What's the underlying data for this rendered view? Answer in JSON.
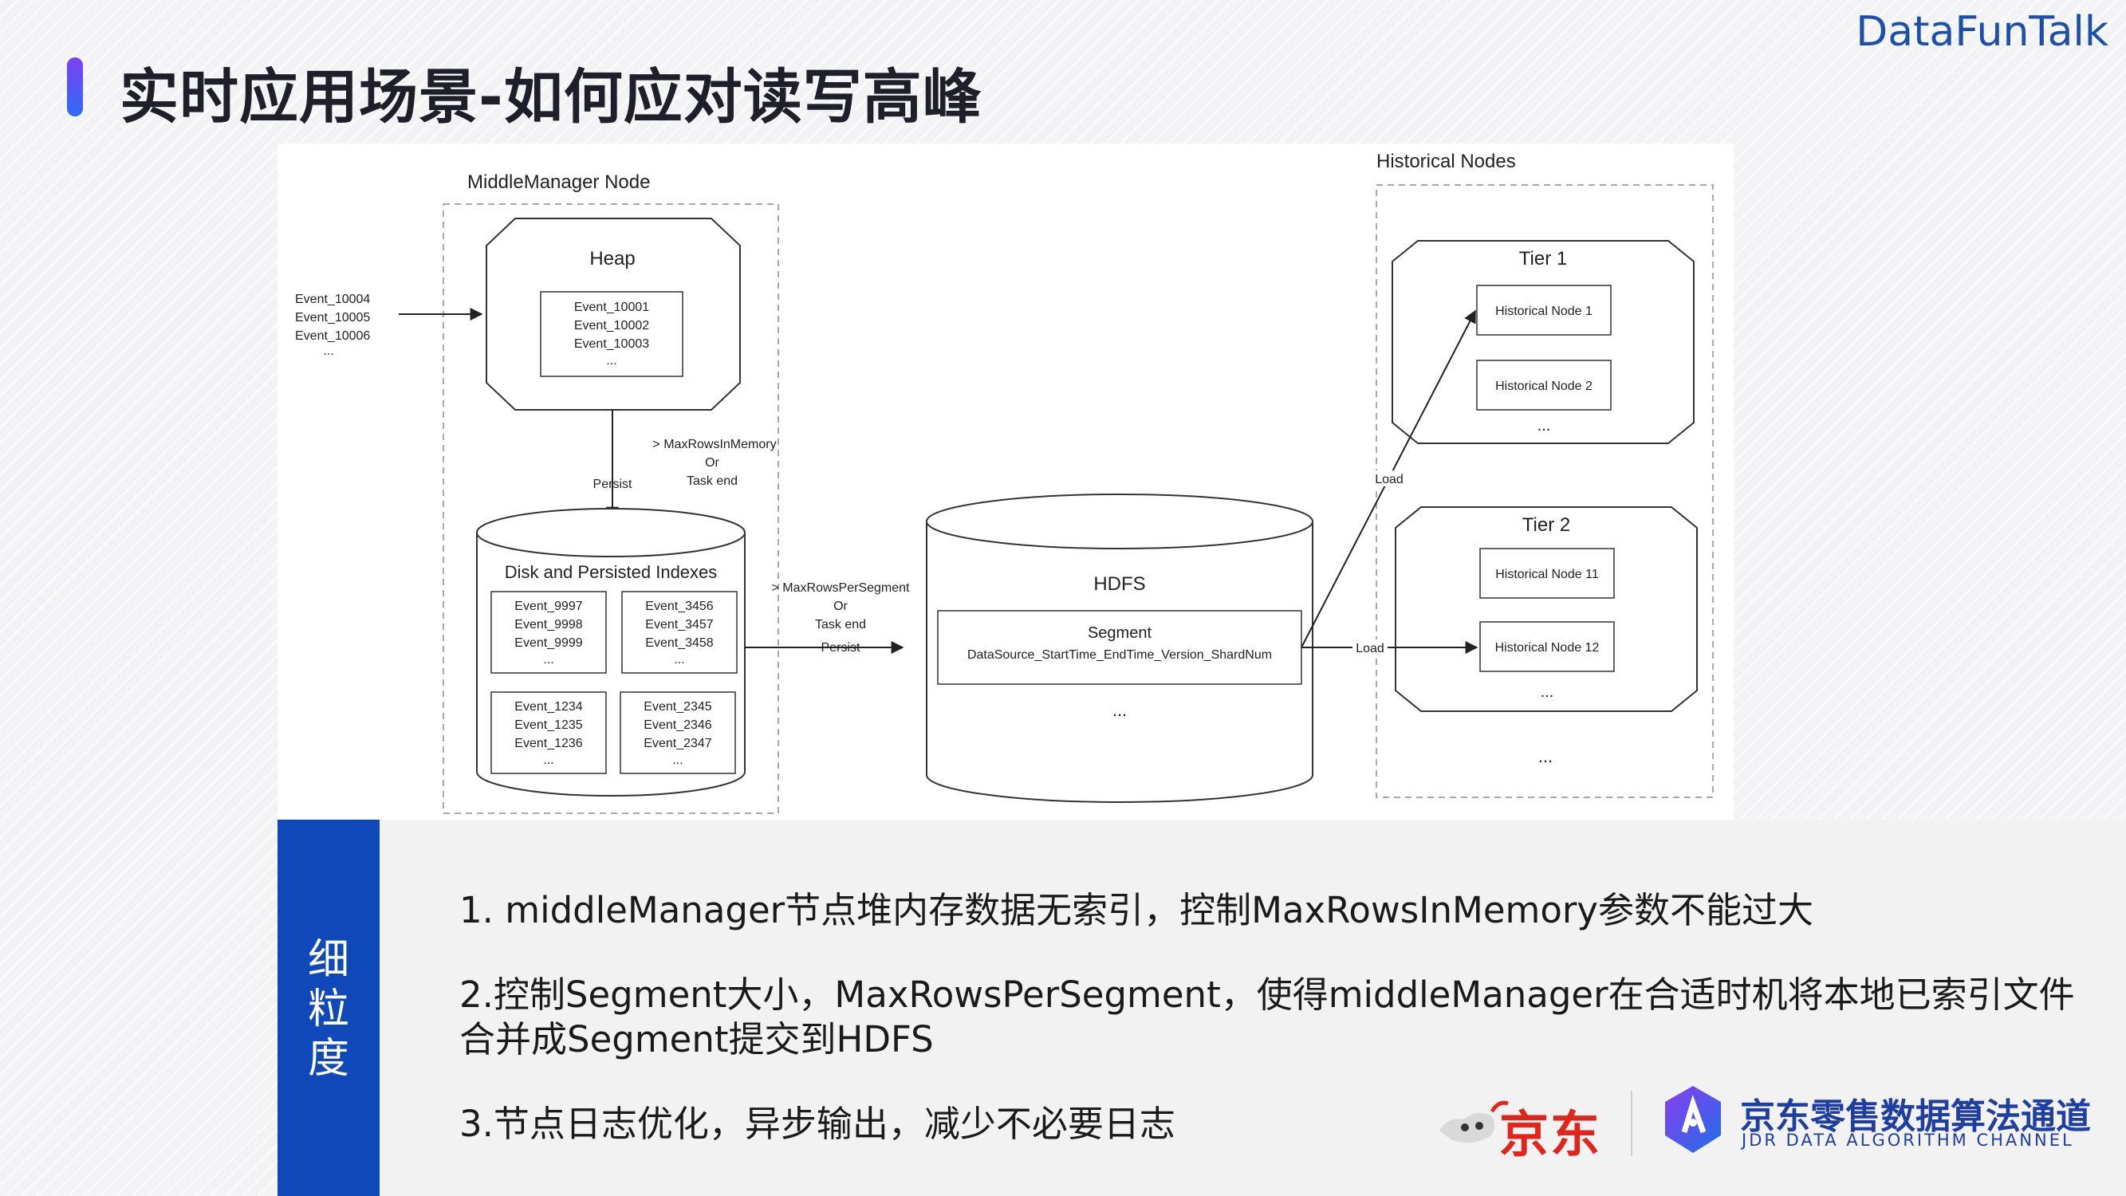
{
  "slide": {
    "title": "实时应用场景-如何应对读写高峰",
    "brand": "DataFunTalk",
    "accent_colors": [
      "#7b3ff2",
      "#2d6df6"
    ]
  },
  "diagram": {
    "middlemanager_label": "MiddleManager Node",
    "historical_label": "Historical Nodes",
    "incoming_events": [
      "Event_10004",
      "Event_10005",
      "Event_10006",
      "..."
    ],
    "heap": {
      "title": "Heap",
      "events": [
        "Event_10001",
        "Event_10002",
        "Event_10003",
        "..."
      ]
    },
    "persist_condition": [
      "> MaxRowsInMemory",
      "Or",
      "Task end"
    ],
    "persist_label": "Persist",
    "disk": {
      "title": "Disk and Persisted Indexes",
      "boxes": [
        [
          "Event_9997",
          "Event_9998",
          "Event_9999",
          "..."
        ],
        [
          "Event_3456",
          "Event_3457",
          "Event_3458",
          "..."
        ],
        [
          "Event_1234",
          "Event_1235",
          "Event_1236",
          "..."
        ],
        [
          "Event_2345",
          "Event_2346",
          "Event_2347",
          "..."
        ]
      ]
    },
    "segment_condition": [
      "> MaxRowsPerSegment",
      "Or",
      "Task end",
      "Persist"
    ],
    "hdfs": {
      "title": "HDFS",
      "segment_title": "Segment",
      "segment_name": "DataSource_StartTime_EndTime_Version_ShardNum",
      "more": "..."
    },
    "load_label": "Load",
    "tier1": {
      "title": "Tier 1",
      "nodes": [
        "Historical Node 1",
        "Historical Node 2"
      ],
      "more": "..."
    },
    "tier2": {
      "title": "Tier 2",
      "nodes": [
        "Historical Node 11",
        "Historical Node 12"
      ],
      "more": "..."
    },
    "tiers_more": "..."
  },
  "side_tab": {
    "chars": [
      "细",
      "粒",
      "度"
    ],
    "color": "#0f48b8"
  },
  "notes": [
    "1. middleManager节点堆内存数据无索引，控制MaxRowsInMemory参数不能过大",
    "2.控制Segment大小，MaxRowsPerSegment，使得middleManager在合适时机将本地已索引文件",
    "合并成Segment提交到HDFS",
    "3.节点日志优化，异步输出，减少不必要日志"
  ],
  "logos": {
    "jd": "京东",
    "channel_cn": "京东零售数据算法通道",
    "channel_en": "JDR DATA ALGORITHM CHANNEL",
    "jd_red": "#e1251b",
    "channel_blue": "#1e3ea0"
  }
}
